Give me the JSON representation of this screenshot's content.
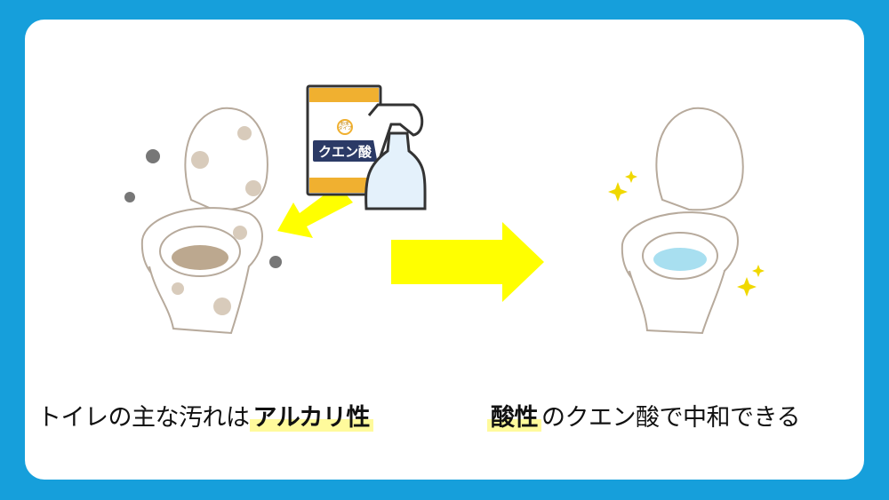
{
  "left_caption": {
    "prefix": "トイレの主な汚れは",
    "highlight": "アルカリ性"
  },
  "right_caption": {
    "highlight": "酸性",
    "suffix": "のクエン酸で中和できる"
  },
  "product": {
    "label": "クエン酸",
    "badge_top": "粉末",
    "badge_bottom": "タイプ"
  },
  "colors": {
    "background": "#169fdb",
    "arrow": "#ffff00",
    "highlight": "#fffa9c",
    "label_bg": "#2b3a66",
    "box": "#f0b030"
  }
}
